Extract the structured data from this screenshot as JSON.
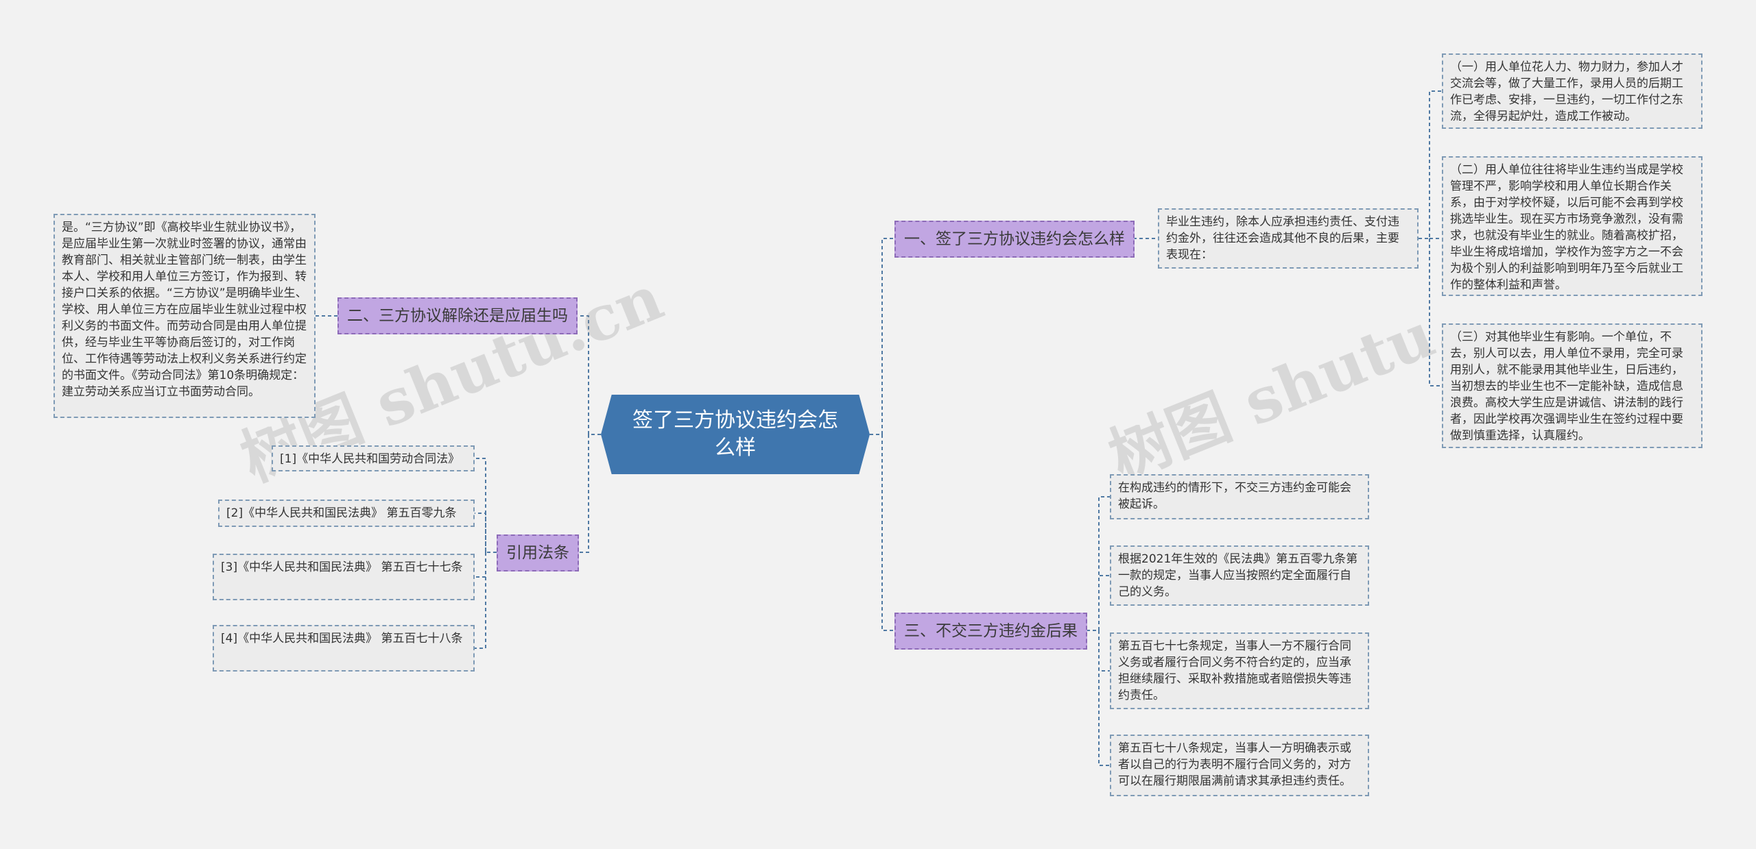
{
  "root": {
    "label": "签了三方协议违约会怎么样"
  },
  "branches": {
    "b1": {
      "label": "一、签了三方协议违约会怎么样"
    },
    "b2": {
      "label": "二、三方协议解除还是应届生吗"
    },
    "b3": {
      "label": "三、不交三方违约金后果"
    },
    "b4": {
      "label": "引用法条"
    }
  },
  "b1_intro": "毕业生违约，除本人应承担违约责任、支付违约金外，往往还会造成其他不良的后果，主要表现在：",
  "b1_items": [
    "（一）用人单位花人力、物力财力，参加人才交流会等，做了大量工作，录用人员的后期工作已考虑、安排，一旦违约，一切工作付之东流，全得另起炉灶，造成工作被动。",
    "（二）用人单位往往将毕业生违约当成是学校管理不严，影响学校和用人单位长期合作关系，由于对学校怀疑，以后可能不会再到学校挑选毕业生。现在买方市场竞争激烈，没有需求，也就没有毕业生的就业。随着高校扩招，毕业生将成培增加，学校作为签字方之一不会为极个别人的利益影响到明年乃至今后就业工作的整体利益和声誉。",
    "（三）对其他毕业生有影响。一个单位，不去，别人可以去，用人单位不录用，完全可录用别人，就不能录用其他毕业生，日后违约，当初想去的毕业生也不一定能补缺，造成信息浪费。高校大学生应是讲诚信、讲法制的践行者，因此学校再次强调毕业生在签约过程中要做到慎重选择，认真履约。"
  ],
  "b2_text": "是。“三方协议”即《高校毕业生就业协议书》，是应届毕业生第一次就业时签署的协议，通常由教育部门、相关就业主管部门统一制表，由学生本人、学校和用人单位三方签订，作为报到、转接户口关系的依据。“三方协议”是明确毕业生、学校、用人单位三方在应届毕业生就业过程中权利义务的书面文件。而劳动合同是由用人单位提供，经与毕业生平等协商后签订的，对工作岗位、工作待遇等劳动法上权利义务关系进行约定的书面文件。《劳动合同法》第10条明确规定：建立劳动关系应当订立书面劳动合同。",
  "b3_items": [
    "在构成违约的情形下，不交三方违约金可能会被起诉。",
    "根据2021年生效的《民法典》第五百零九条第一款的规定，当事人应当按照约定全面履行自己的义务。",
    "第五百七十七条规定，当事人一方不履行合同义务或者履行合同义务不符合约定的，应当承担继续履行、采取补救措施或者赔偿损失等违约责任。",
    "第五百七十八条规定，当事人一方明确表示或者以自己的行为表明不履行合同义务的，对方可以在履行期限届满前请求其承担违约责任。"
  ],
  "b4_items": [
    "[1]《中华人民共和国劳动合同法》",
    "[2]《中华人民共和国民法典》 第五百零九条",
    "[3]《中华人民共和国民法典》 第五百七十七条",
    "[4]《中华人民共和国民法典》 第五百七十八条"
  ],
  "watermark": [
    "树图 shutu.cn",
    "树图 shutu."
  ],
  "colors": {
    "root": "#3f76ae",
    "branch": "#c1a6e2",
    "leaf": "#ececec",
    "line": "#4f79a3"
  }
}
